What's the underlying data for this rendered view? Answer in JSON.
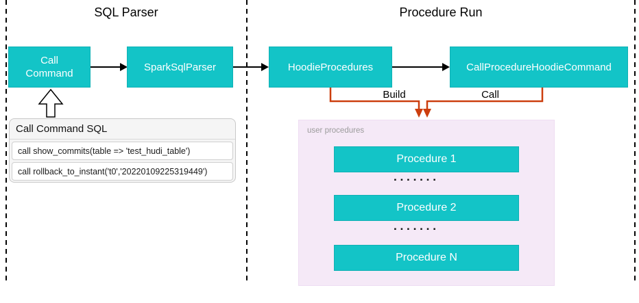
{
  "titles": {
    "left": "SQL Parser",
    "right": "Procedure Run"
  },
  "nodes": {
    "call_command": "Call\nCommand",
    "spark_sql_parser": "SparkSqlParser",
    "hoodie_procedures": "HoodieProcedures",
    "call_procedure_hoodie_command": "CallProcedureHoodieCommand"
  },
  "edges": {
    "build_label": "Build",
    "call_label": "Call"
  },
  "sql_panel": {
    "title": "Call Command SQL",
    "rows": [
      "call show_commits(table => 'test_hudi_table')",
      "call rollback_to_instant('t0','20220109225319449')"
    ]
  },
  "user_procedures": {
    "label": "user procedures",
    "items": [
      "Procedure 1",
      "Procedure 2",
      "Procedure N"
    ],
    "dots": "▪▪▪▪▪▪▪"
  },
  "colors": {
    "teal": "#13c4c7",
    "teal-border": "#0fb0b4",
    "orange": "#cc3e0e",
    "lavender": "#f5e9f7",
    "panel-bg": "#f5f5f5"
  }
}
